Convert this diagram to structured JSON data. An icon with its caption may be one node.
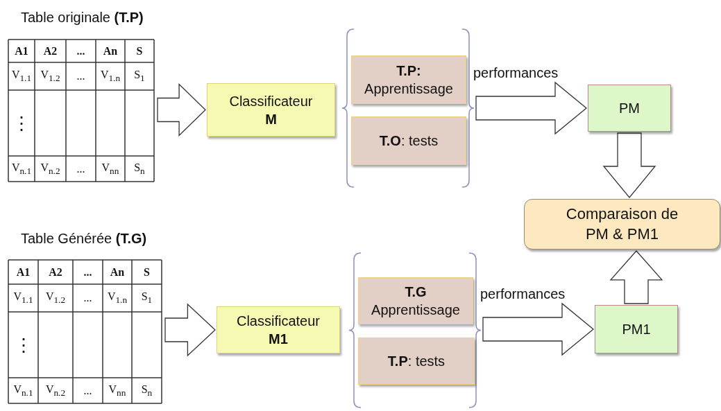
{
  "diagram": {
    "nodes": [
      {
        "text": [
          "Table originale **(T.P)**"
        ]
      },
      {
        "text": [
          "Classificateur",
          "M"
        ]
      },
      {
        "text": [],
        "shape": "bracket"
      },
      {
        "text": [
          "T.P:",
          "Apprentissage"
        ],
        "in": 2
      },
      {
        "text": [
          "**T.O**: tests"
        ],
        "in": 2
      },
      {
        "text": [
          "PM"
        ]
      },
      {
        "text": [
          "Comparaison de PM & PM1"
        ]
      },
      {
        "text": [
          "Table Générée  **(T.G)**"
        ]
      },
      {
        "text": [
          "Classificateur",
          "M1"
        ]
      },
      {
        "text": [],
        "shape": "bracket"
      },
      {
        "text": [
          "T.G",
          "Apprentissage"
        ],
        "in": 9
      },
      {
        "text": [
          "**T.P**: tests"
        ],
        "in": 9
      },
      {
        "text": [
          "PM1"
        ]
      }
    ],
    "edges": [
      {
        "from": 0,
        "to": 1,
        "arrow": "to"
      },
      {
        "from": 2,
        "to": 5,
        "arrow": "to",
        "label": "performances"
      },
      {
        "from": 5,
        "to": 6,
        "arrow": "to"
      },
      {
        "from": 7,
        "to": 8,
        "arrow": "to"
      },
      {
        "from": 9,
        "to": 12,
        "arrow": "to",
        "label": "performances"
      },
      {
        "from": 12,
        "to": 6,
        "arrow": "to"
      }
    ],
    "labels": [
      "A1",
      "A2",
      "...",
      "An",
      "S",
      "V$_{1.1}$",
      "V$_{1.2}$",
      "...",
      "V$_{1.n}$",
      "S$_{1}$",
      "⋮",
      "V$_{n.1}$",
      "V$_{n.2}$",
      "...",
      "V$_{nn}$",
      "S$_{n}$",
      "A1",
      "A2",
      "...",
      "An",
      "S",
      "V$_{1.1}$",
      "V$_{1.2}$",
      "...",
      "V$_{1.n}$",
      "S$_{1}$",
      "⋮",
      "V$_{n.1}$",
      "V$_{n.2}$",
      "...",
      "V$_{nn}$",
      "S$_{n}$"
    ]
  }
}
